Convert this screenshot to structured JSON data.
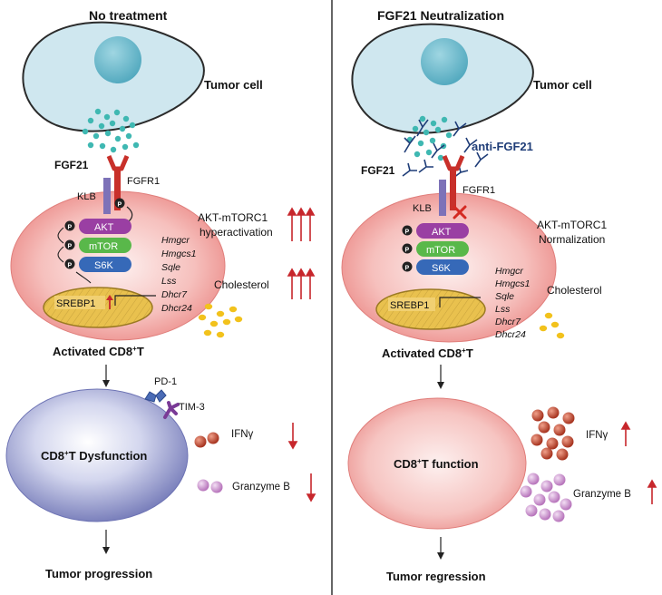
{
  "left": {
    "title": "No treatment",
    "tumor_cell": "Tumor cell",
    "fgf21": "FGF21",
    "fgfr1": "FGFR1",
    "klb": "KLB",
    "phospho": "P",
    "akt": "AKT",
    "mtor": "mTOR",
    "s6k": "S6K",
    "srebp1": "SREBP1",
    "genes": [
      "Hmgcr",
      "Hmgcs1",
      "Sqle",
      "Lss",
      "Dhcr7",
      "Dhcr24"
    ],
    "akt_mtorc1_line1": "AKT-mTORC1",
    "akt_mtorc1_line2": "hyperactivation",
    "cholesterol": "Cholesterol",
    "activated_prefix": "Activated CD8",
    "activated_sup": "+",
    "activated_suffix": "T",
    "pd1": "PD-1",
    "tim3": "TIM-3",
    "cd8_prefix": "CD8",
    "cd8_sup": "+",
    "cd8_suffix": "T Dysfunction",
    "ifng": "IFNγ",
    "granzyme": "Granzyme  B",
    "outcome": "Tumor progression"
  },
  "right": {
    "title": "FGF21 Neutralization",
    "tumor_cell": "Tumor cell",
    "fgf21": "FGF21",
    "anti_fgf21": "anti-FGF21",
    "fgfr1": "FGFR1",
    "klb": "KLB",
    "phospho": "P",
    "akt": "AKT",
    "mtor": "mTOR",
    "s6k": "S6K",
    "srebp1": "SREBP1",
    "genes": [
      "Hmgcr",
      "Hmgcs1",
      "Sqle",
      "Lss",
      "Dhcr7",
      "Dhcr24"
    ],
    "akt_mtorc1_line1": "AKT-mTORC1",
    "akt_mtorc1_line2": "Normalization",
    "cholesterol": "Cholesterol",
    "activated_prefix": "Activated CD8",
    "activated_sup": "+",
    "activated_suffix": "T",
    "cd8_prefix": "CD8",
    "cd8_sup": "+",
    "cd8_suffix": "T function",
    "ifng": "IFNγ",
    "granzyme": "Granzyme  B",
    "outcome": "Tumor regression"
  },
  "colors": {
    "tumor_cell": "#cfe7ef",
    "nucleus": "#5fb9c9",
    "fgf21_dots": "#3fb8b2",
    "tcell": "#f5b3b0",
    "akt": "#9a3fa3",
    "mtor": "#59b84a",
    "s6k": "#3669b8",
    "nucleus_srebp": "#e9c14e",
    "cholesterol": "#f2c21c",
    "fgfr1": "#c8302a",
    "klb": "#7d72b8",
    "arrow_red": "#c7272c",
    "antibody": "#1f3d78",
    "ifng": "#c24a36",
    "granzyme": "#c78fc9"
  },
  "icons": [
    "phosphate-icon",
    "inhibition-x-icon",
    "up-arrow-icon",
    "down-arrow-icon",
    "antibody-icon"
  ]
}
